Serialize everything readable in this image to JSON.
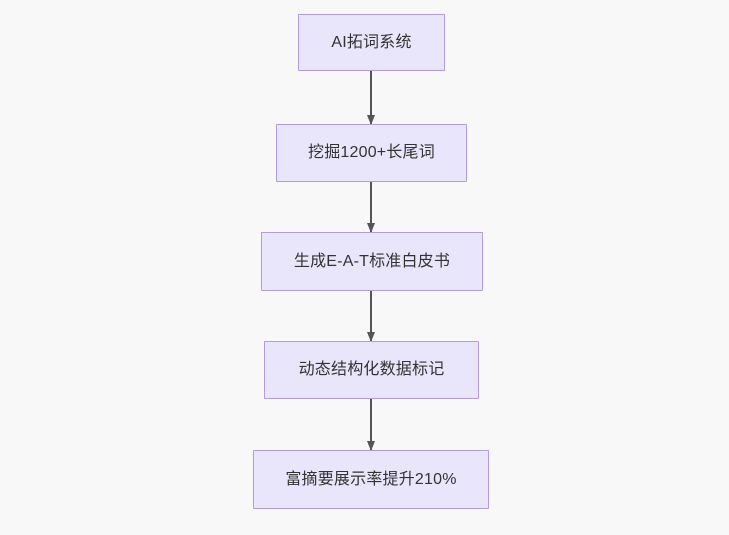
{
  "diagram": {
    "type": "flowchart",
    "orientation": "top-to-bottom",
    "background_color": "#f8f8f8",
    "node_fill_color": "#e9e6fb",
    "node_border_color": "#b49ae0",
    "node_text_color": "#333333",
    "edge_color": "#555555",
    "nodes": [
      {
        "id": "node-0",
        "label": "AI拓词系统"
      },
      {
        "id": "node-1",
        "label": "挖掘1200+长尾词"
      },
      {
        "id": "node-2",
        "label": "生成E-A-T标准白皮书"
      },
      {
        "id": "node-3",
        "label": "动态结构化数据标记"
      },
      {
        "id": "node-4",
        "label": "富摘要展示率提升210%"
      }
    ],
    "edges": [
      {
        "id": "edge-0",
        "from": "node-0",
        "to": "node-1",
        "label": ""
      },
      {
        "id": "edge-1",
        "from": "node-1",
        "to": "node-2",
        "label": ""
      },
      {
        "id": "edge-2",
        "from": "node-2",
        "to": "node-3",
        "label": ""
      },
      {
        "id": "edge-3",
        "from": "node-3",
        "to": "node-4",
        "label": ""
      }
    ]
  }
}
